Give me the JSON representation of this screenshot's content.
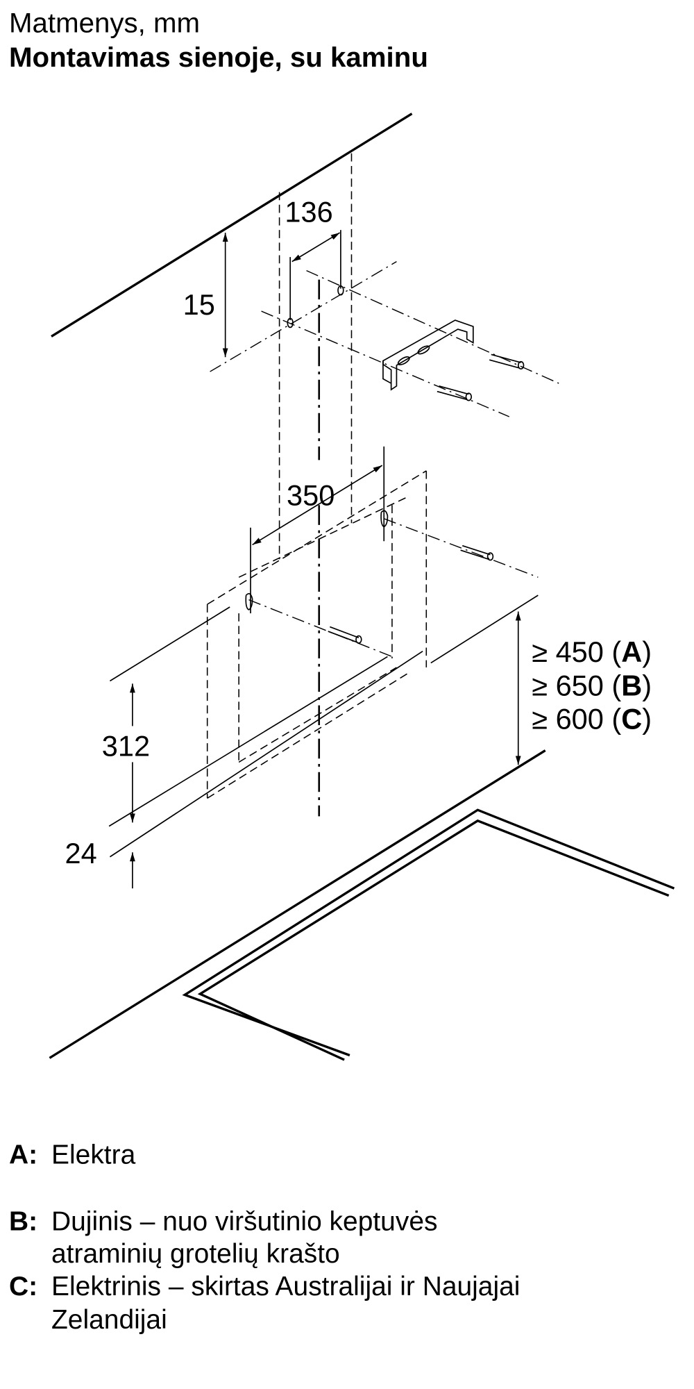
{
  "header": {
    "units": "Matmenys, mm",
    "title": "Montavimas sienoje, su kaminu"
  },
  "dimensions": {
    "d136": "136",
    "d15": "15",
    "d350": "350",
    "d312": "312",
    "d24": "24"
  },
  "clearances": [
    {
      "prefix": "≥ 450 (",
      "key": "A",
      "suffix": ")"
    },
    {
      "prefix": "≥ 650 (",
      "key": "B",
      "suffix": ")"
    },
    {
      "prefix": "≥ 600 (",
      "key": "C",
      "suffix": ")"
    }
  ],
  "legend": [
    {
      "key": "A:",
      "lines": [
        "Elektra"
      ]
    },
    {
      "key": "B:",
      "lines": [
        "Dujinis – nuo viršutinio keptuvės",
        "atraminių grotelių krašto"
      ]
    },
    {
      "key": "C:",
      "lines": [
        "Elektrinis – skirtas Australijai ir Naujajai",
        "Zelandijai"
      ]
    }
  ]
}
